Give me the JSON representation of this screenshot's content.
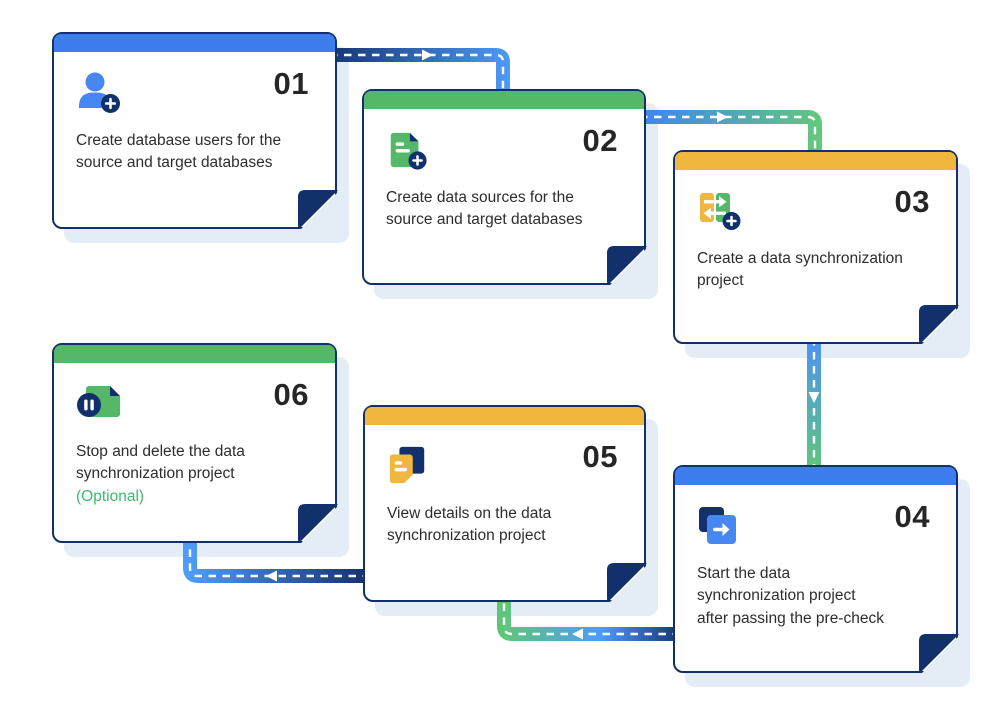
{
  "diagram": {
    "name": "data-synchronization-workflow",
    "steps": [
      {
        "number": "01",
        "text": "Create database users for the source and target databases",
        "note": "",
        "accent": "#3D7DEE",
        "icon": "user-add-icon"
      },
      {
        "number": "02",
        "text": "Create data sources for the source and target databases",
        "note": "",
        "accent": "#55B868",
        "icon": "document-add-icon"
      },
      {
        "number": "03",
        "text": "Create a data synchronization project",
        "note": "",
        "accent": "#EFB73D",
        "icon": "sync-add-icon"
      },
      {
        "number": "04",
        "text": "Start the data synchronization project after passing the pre-check",
        "note": "",
        "accent": "#3D7DEE",
        "icon": "start-arrow-icon"
      },
      {
        "number": "05",
        "text": "View details on the data synchronization project",
        "note": "",
        "accent": "#EFB73D",
        "icon": "view-details-icon"
      },
      {
        "number": "06",
        "text": "Stop and delete the data synchronization project",
        "note": "(Optional)",
        "accent": "#55B868",
        "icon": "stop-pause-icon"
      }
    ],
    "connectors": [
      {
        "from": "01",
        "to": "02",
        "direction": "right"
      },
      {
        "from": "02",
        "to": "03",
        "direction": "right"
      },
      {
        "from": "03",
        "to": "04",
        "direction": "down"
      },
      {
        "from": "04",
        "to": "05",
        "direction": "left"
      },
      {
        "from": "05",
        "to": "06",
        "direction": "left"
      }
    ],
    "colors": {
      "accent_blue": "#3D7DEE",
      "accent_green": "#55B868",
      "accent_yellow": "#EFB73D",
      "navy": "#12306B",
      "card_shadow": "#E4ECF6",
      "text": "#2D2D2D",
      "optional_green": "#3DBA6F",
      "icon_blue": "#4687F1",
      "connector_blue": "#4E9BF9",
      "connector_green": "#5FC679",
      "connector_navy": "#173573"
    }
  }
}
